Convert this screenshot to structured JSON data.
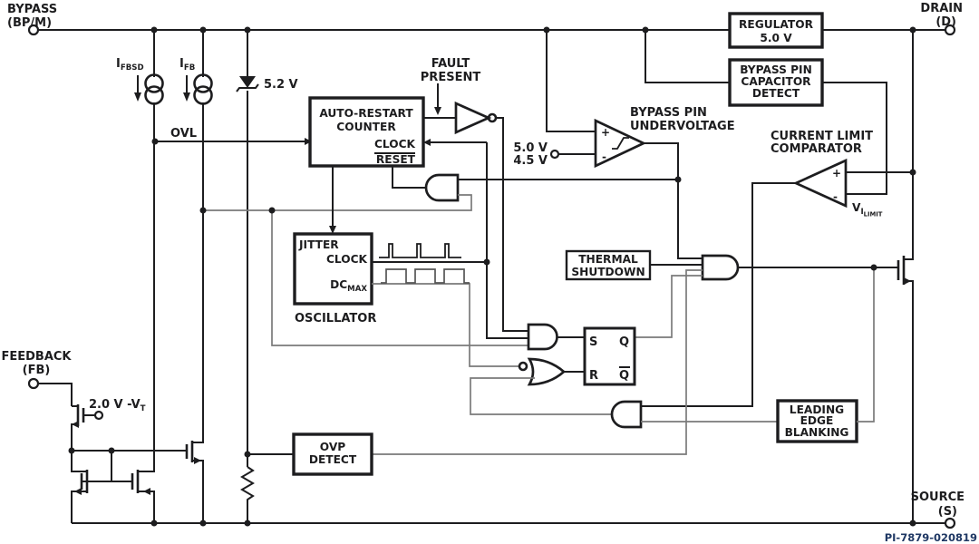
{
  "colors": {
    "background": "#ffffff",
    "ink": "#1d1d1f",
    "muted_wire": "#7a7a7a",
    "figure_code_text": "#1f3864"
  },
  "pins": {
    "bypass": {
      "line1": "BYPASS",
      "line2": "(BP/M)"
    },
    "drain": {
      "line1": "DRAIN",
      "line2": "(D)"
    },
    "feedback": {
      "line1": "FEEDBACK",
      "line2": "(FB)"
    },
    "source": {
      "line1": "SOURCE",
      "line2": "(S)"
    }
  },
  "blocks": {
    "regulator": {
      "line1": "REGULATOR",
      "line2": "5.0 V"
    },
    "bypass_pin_capacitor_detect": {
      "line1": "BYPASS PIN",
      "line2": "CAPACITOR",
      "line3": "DETECT"
    },
    "auto_restart_counter": {
      "line1": "AUTO-RESTART",
      "line2": "COUNTER",
      "port_clock": "CLOCK",
      "port_reset": "RESET"
    },
    "oscillator": {
      "jitter": "JITTER",
      "clock": "CLOCK",
      "dcmax_base": "DC",
      "dcmax_sub": "MAX",
      "caption": "OSCILLATOR"
    },
    "thermal_shutdown": {
      "line1": "THERMAL",
      "line2": "SHUTDOWN"
    },
    "ovp_detect": {
      "line1": "OVP",
      "line2": "DETECT"
    },
    "leading_edge_blanking": {
      "line1": "LEADING",
      "line2": "EDGE",
      "line3": "BLANKING"
    },
    "sr_latch": {
      "s": "S",
      "q": "Q",
      "r": "R",
      "q_bar": "Q"
    }
  },
  "annotations": {
    "fault_present": {
      "line1": "FAULT",
      "line2": "PRESENT"
    },
    "bypass_pin_undervoltage": {
      "line1": "BYPASS PIN",
      "line2": "UNDERVOLTAGE"
    },
    "current_limit_comparator": {
      "line1": "CURRENT LIMIT",
      "line2": "COMPARATOR"
    },
    "ovl": "OVL",
    "zener_voltage": "5.2 V",
    "uv_threshold_high": "5.0 V",
    "uv_threshold_low": "4.5 V",
    "i_fbsd": {
      "base": "I",
      "sub": "FBSD"
    },
    "i_fb": {
      "base": "I",
      "sub": "FB"
    },
    "v_ilimit": {
      "base": "V",
      "sub": "I",
      "subsub": "LIMIT"
    },
    "fb_threshold": {
      "base": "2.0 V -V",
      "sub": "T"
    },
    "comparator_plus": "+",
    "comparator_minus": "-",
    "figure_code": "PI-7879-020819"
  }
}
